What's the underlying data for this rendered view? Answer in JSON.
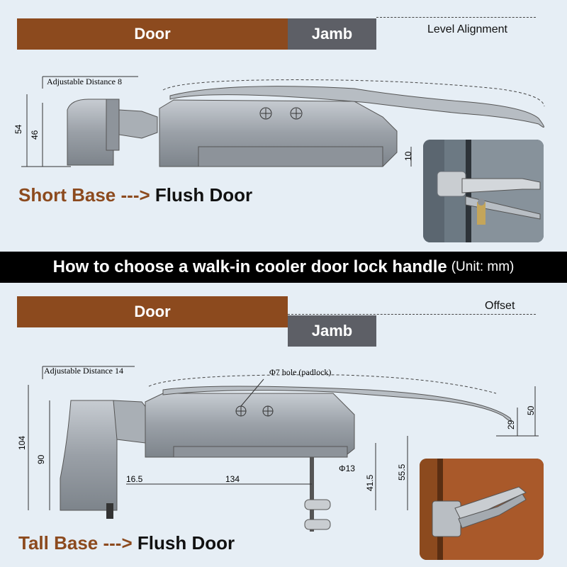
{
  "title": "How to choose a walk-in cooler door lock handle",
  "unit_note": "(Unit: mm)",
  "colors": {
    "door": "#8c4a1e",
    "jamb": "#5d5f66",
    "banner": "#000000",
    "background": "#e6eef5"
  },
  "top": {
    "door_label": "Door",
    "jamb_label": "Jamb",
    "alignment_label": "Level Alignment",
    "adjustable_label": "Adjustable Distance 8",
    "dims": {
      "total_height": "54",
      "base_height": "46",
      "offset": "10"
    },
    "caption_accent": "Short Base",
    "caption_arrow": "--->",
    "caption_rest": "Flush Door",
    "photo_icon": "handle-on-door-photo"
  },
  "bottom": {
    "door_label": "Door",
    "jamb_label": "Jamb",
    "alignment_label": "Offset",
    "adjustable_label": "Adjustable Distance 14",
    "padlock_label": "Φ7 hole (padlock)",
    "dims": {
      "total_height": "104",
      "base_height": "90",
      "offset_left": "16.5",
      "span": "134",
      "hole": "Φ13",
      "d1": "41.5",
      "d2": "55.5",
      "d3": "29",
      "d4": "50"
    },
    "caption_accent": "Tall Base",
    "caption_arrow": "--->",
    "caption_rest": "Flush Door",
    "photo_icon": "handle-3d-render-photo"
  }
}
